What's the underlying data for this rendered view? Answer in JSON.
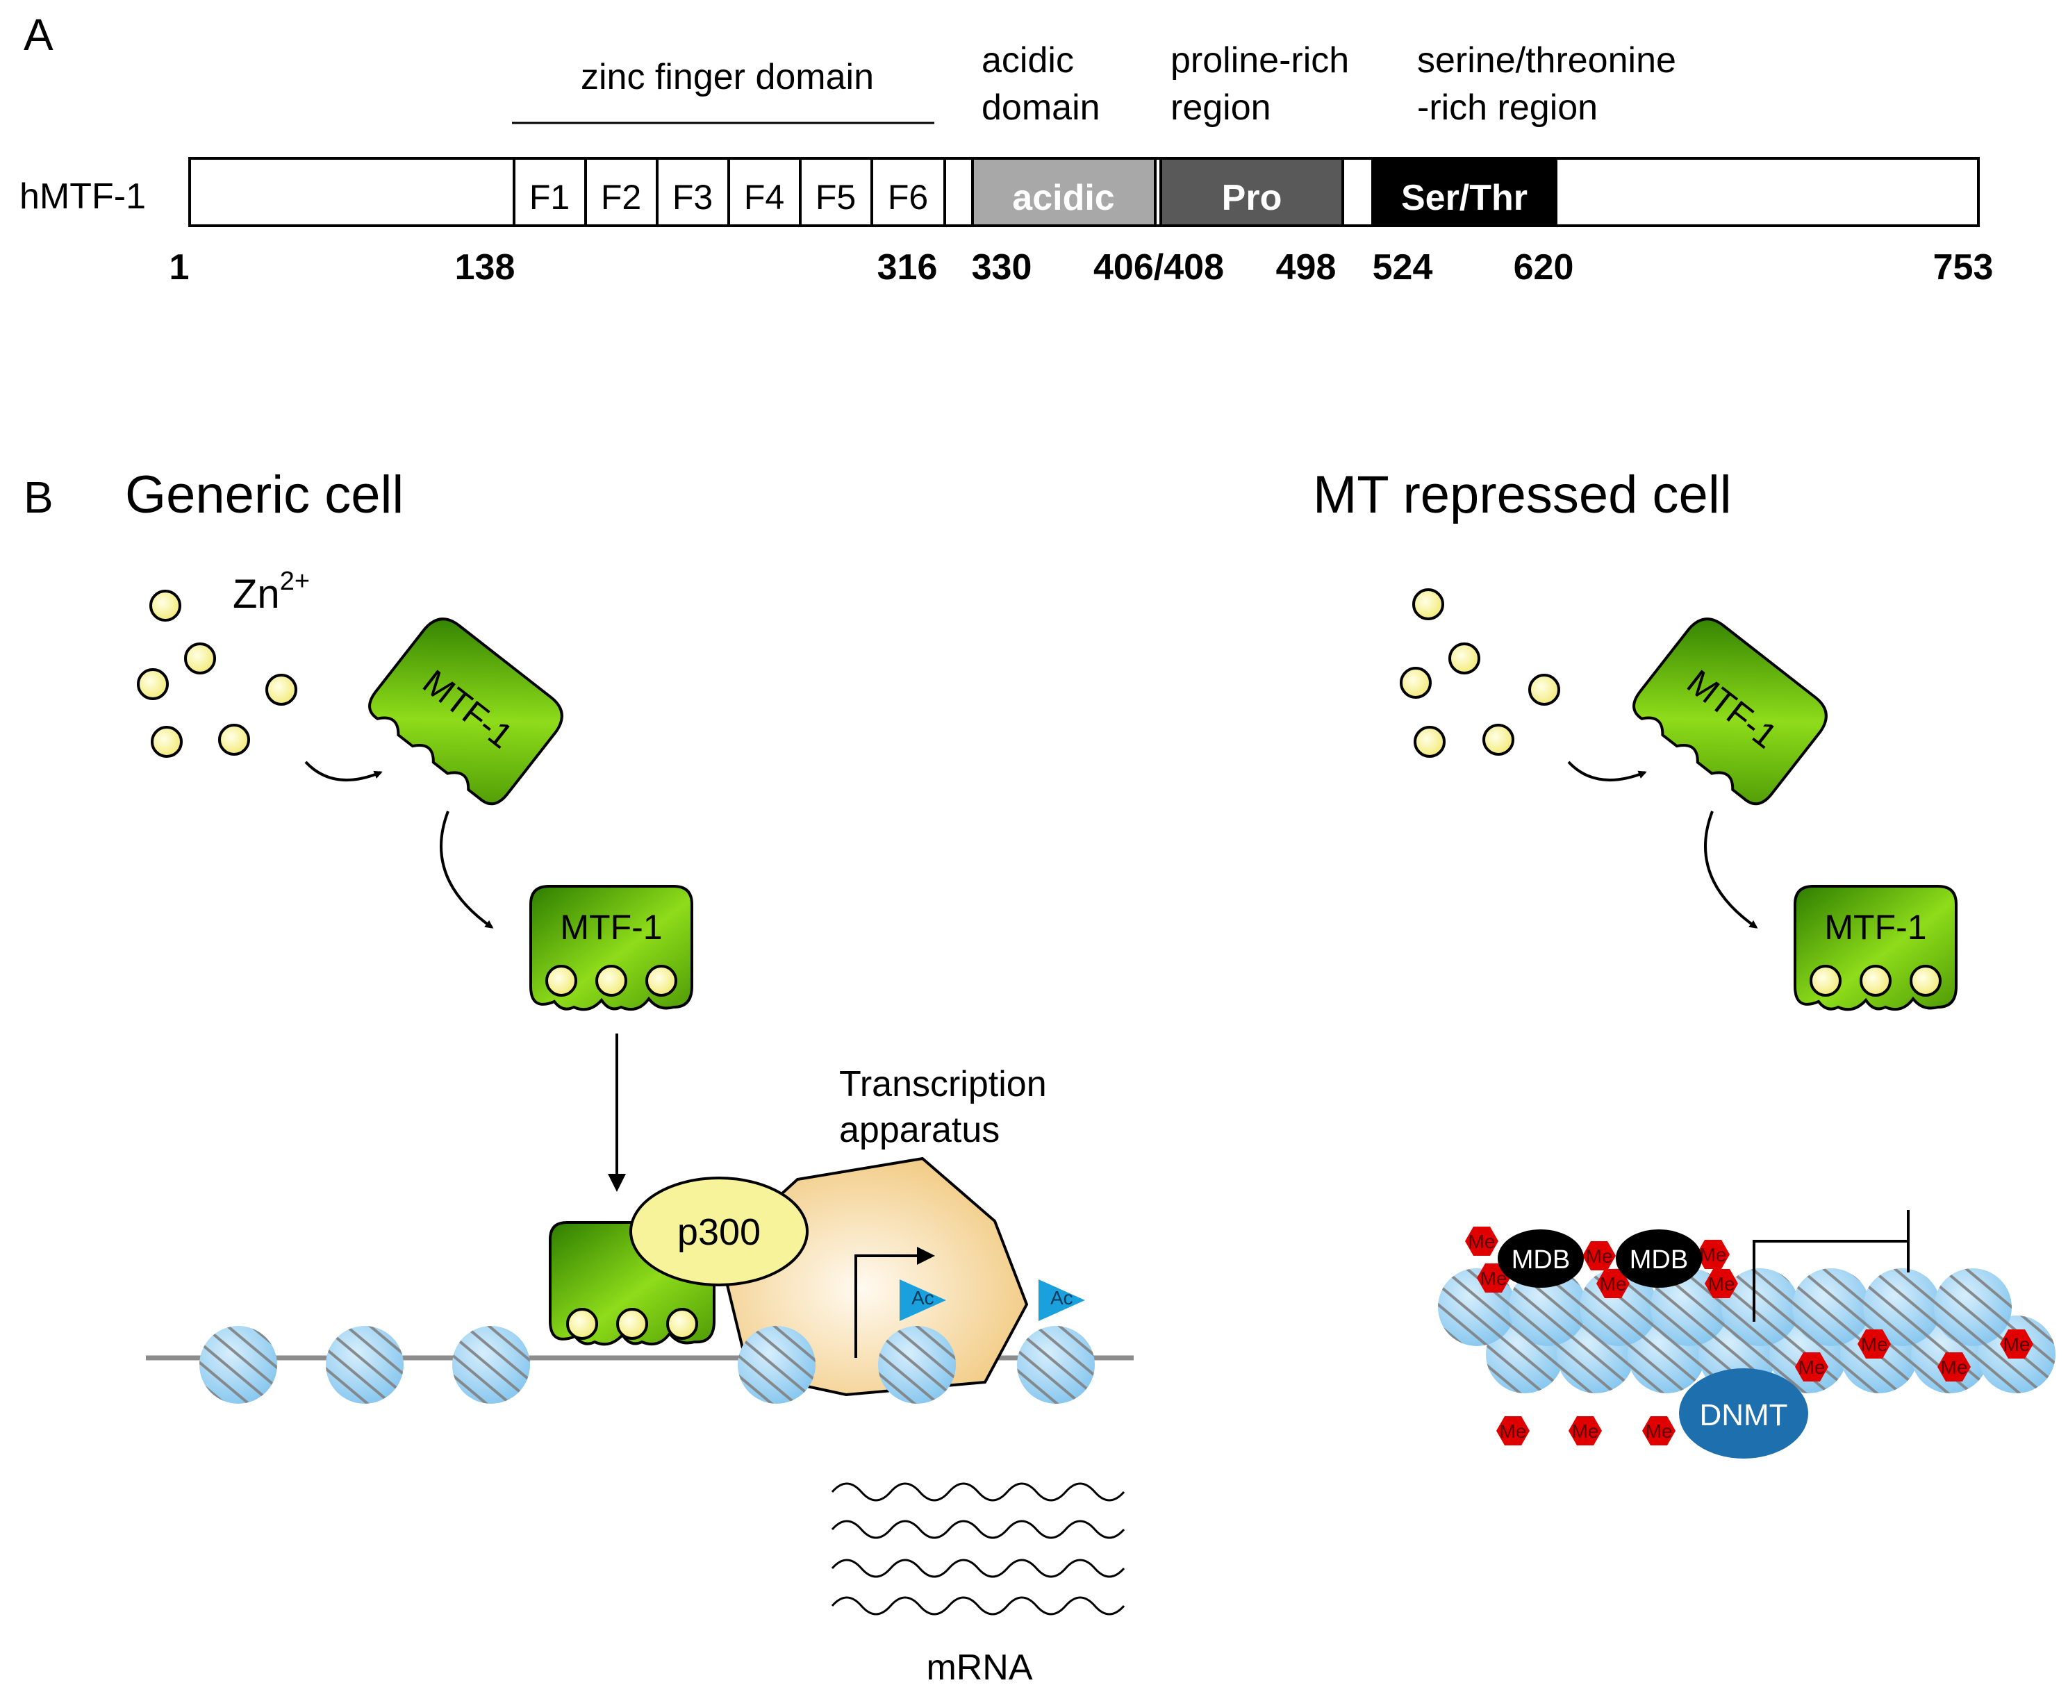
{
  "panel_a": {
    "letter": "A",
    "protein_label": "hMTF-1",
    "zinc_finger_label": "zinc finger domain",
    "acidic_header": [
      "acidic",
      "domain"
    ],
    "proline_header": [
      "proline-rich",
      "region"
    ],
    "serthr_header": [
      "serine/threonine",
      "-rich region"
    ],
    "fingers": [
      "F1",
      "F2",
      "F3",
      "F4",
      "F5",
      "F6"
    ],
    "domain_acidic": "acidic",
    "domain_pro": "Pro",
    "domain_serthr": "Ser/Thr",
    "positions": [
      "1",
      "138",
      "316",
      "330",
      "406/408",
      "498",
      "524",
      "620",
      "753"
    ]
  },
  "panel_b": {
    "letter": "B",
    "generic_title": "Generic cell",
    "repressed_title": "MT repressed cell",
    "zn_base": "Zn",
    "zn_sup": "2+",
    "mtf1": "MTF-1",
    "p300": "p300",
    "transcription": [
      "Transcription",
      "apparatus"
    ],
    "ac": "Ac",
    "mrna": "mRNA",
    "mdb": "MDB",
    "me": "Me",
    "dnmt": "DNMT"
  },
  "colors": {
    "green_dark": "#2e7d00",
    "green_light": "#8edc1a",
    "zinc_fill": "#f6f07e",
    "nucleosome": "#9fd3f2",
    "acidic_gray": "#a8a8a8",
    "pro_gray": "#595959",
    "serthr_black": "#000000",
    "methyl_red": "#e00000",
    "dnmt_blue": "#1e6fae",
    "ac_flag": "#1aa0dc",
    "apparatus": "#f3cf8a"
  }
}
